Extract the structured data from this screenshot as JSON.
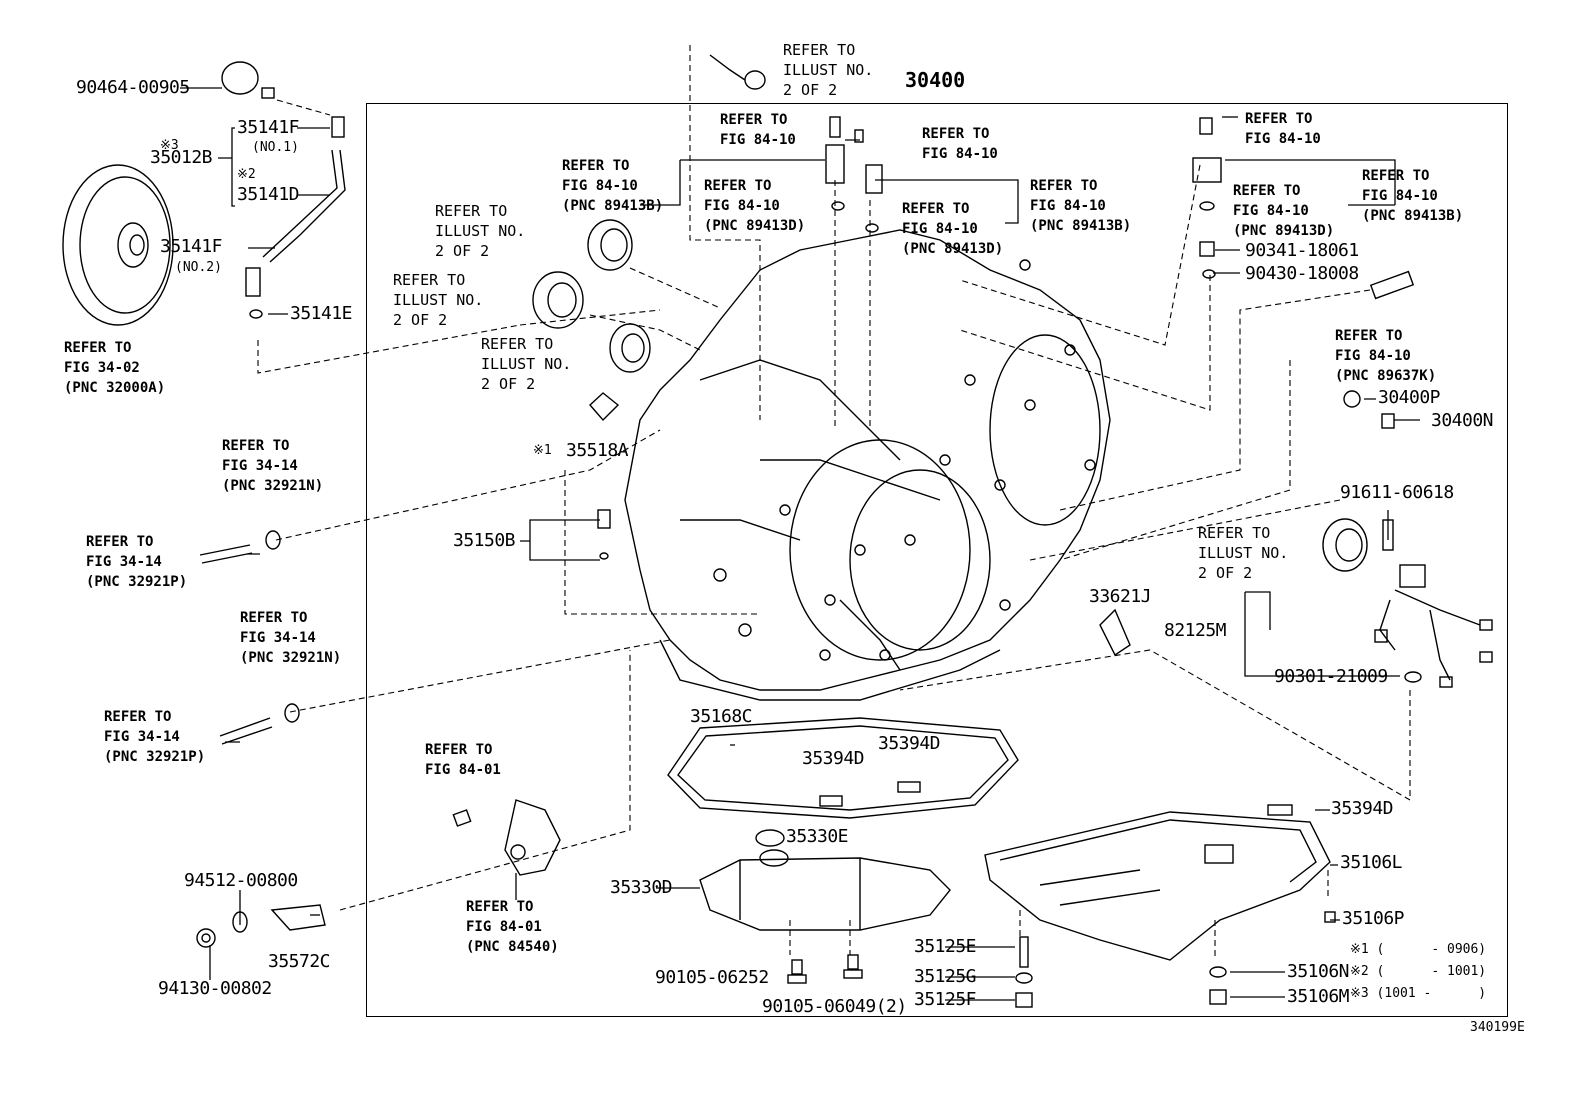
{
  "main_part_number": "30400",
  "figure_id": "340199E",
  "parts": [
    {
      "id": "p1",
      "text": "90464-00905"
    },
    {
      "id": "p2",
      "text": "35141F"
    },
    {
      "id": "p3",
      "text": "(NO.1)"
    },
    {
      "id": "p4",
      "text": "※3"
    },
    {
      "id": "p5",
      "text": "35012B"
    },
    {
      "id": "p6",
      "text": "※2"
    },
    {
      "id": "p7",
      "text": "35141D"
    },
    {
      "id": "p8",
      "text": "35141F"
    },
    {
      "id": "p9",
      "text": "(NO.2)"
    },
    {
      "id": "p10",
      "text": "35141E"
    },
    {
      "id": "p11",
      "text": "※1"
    },
    {
      "id": "p12",
      "text": "35518A"
    },
    {
      "id": "p13",
      "text": "35150B"
    },
    {
      "id": "p14",
      "text": "33621J"
    },
    {
      "id": "p15",
      "text": "82125M"
    },
    {
      "id": "p16",
      "text": "90301-21009"
    },
    {
      "id": "p17",
      "text": "91611-60618"
    },
    {
      "id": "p18",
      "text": "30400P"
    },
    {
      "id": "p19",
      "text": "30400N"
    },
    {
      "id": "p20",
      "text": "90341-18061"
    },
    {
      "id": "p21",
      "text": "90430-18008"
    },
    {
      "id": "p22",
      "text": "35168C"
    },
    {
      "id": "p23",
      "text": "35394D"
    },
    {
      "id": "p24",
      "text": "35394D"
    },
    {
      "id": "p25",
      "text": "35394D"
    },
    {
      "id": "p26",
      "text": "35330E"
    },
    {
      "id": "p27",
      "text": "35330D"
    },
    {
      "id": "p28",
      "text": "35106L"
    },
    {
      "id": "p29",
      "text": "35106P"
    },
    {
      "id": "p30",
      "text": "35125E"
    },
    {
      "id": "p31",
      "text": "35125G"
    },
    {
      "id": "p32",
      "text": "35125F"
    },
    {
      "id": "p33",
      "text": "35106N"
    },
    {
      "id": "p34",
      "text": "35106M"
    },
    {
      "id": "p35",
      "text": "90105-06252"
    },
    {
      "id": "p36",
      "text": "90105-06049(2)"
    },
    {
      "id": "p37",
      "text": "94512-00800"
    },
    {
      "id": "p38",
      "text": "94130-00802"
    },
    {
      "id": "p39",
      "text": "35572C"
    }
  ],
  "references": [
    {
      "id": "r1",
      "text": "REFER TO\nFIG 34-02\n(PNC 32000A)"
    },
    {
      "id": "r2",
      "text": "REFER TO\nILLUST NO.\n2 OF 2"
    },
    {
      "id": "r3",
      "text": "REFER TO\nFIG 84-10"
    },
    {
      "id": "r4",
      "text": "REFER TO\nFIG 84-10"
    },
    {
      "id": "r5",
      "text": "REFER TO\nFIG 84-10\n(PNC 89413B)"
    },
    {
      "id": "r6",
      "text": "REFER TO\nFIG 84-10\n(PNC 89413D)"
    },
    {
      "id": "r7",
      "text": "REFER TO\nILLUST NO.\n2 OF 2"
    },
    {
      "id": "r8",
      "text": "REFER TO\nILLUST NO.\n2 OF 2"
    },
    {
      "id": "r9",
      "text": "REFER TO\nILLUST NO.\n2 OF 2"
    },
    {
      "id": "r10",
      "text": "REFER TO\nFIG 84-10\n(PNC 89413D)"
    },
    {
      "id": "r11",
      "text": "REFER TO\nFIG 84-10\n(PNC 89413B)"
    },
    {
      "id": "r12",
      "text": "REFER TO\nFIG 84-10"
    },
    {
      "id": "r13",
      "text": "REFER TO\nFIG 84-10\n(PNC 89413D)"
    },
    {
      "id": "r14",
      "text": "REFER TO\nFIG 84-10\n(PNC 89413B)"
    },
    {
      "id": "r15",
      "text": "REFER TO\nFIG 84-10\n(PNC 89637K)"
    },
    {
      "id": "r16",
      "text": "REFER TO\nFIG 34-14\n(PNC 32921N)"
    },
    {
      "id": "r17",
      "text": "REFER TO\nFIG 34-14\n(PNC 32921P)"
    },
    {
      "id": "r18",
      "text": "REFER TO\nFIG 34-14\n(PNC 32921N)"
    },
    {
      "id": "r19",
      "text": "REFER TO\nFIG 34-14\n(PNC 32921P)"
    },
    {
      "id": "r20",
      "text": "REFER TO\nILLUST NO.\n2 OF 2"
    },
    {
      "id": "r21",
      "text": "REFER TO\nFIG 84-01"
    },
    {
      "id": "r22",
      "text": "REFER TO\nFIG 84-01\n(PNC 84540)"
    }
  ],
  "notes": [
    {
      "id": "n1",
      "text": "※1 (      - 0906)"
    },
    {
      "id": "n2",
      "text": "※2 (      - 1001)"
    },
    {
      "id": "n3",
      "text": "※3 (1001 -      )"
    }
  ]
}
